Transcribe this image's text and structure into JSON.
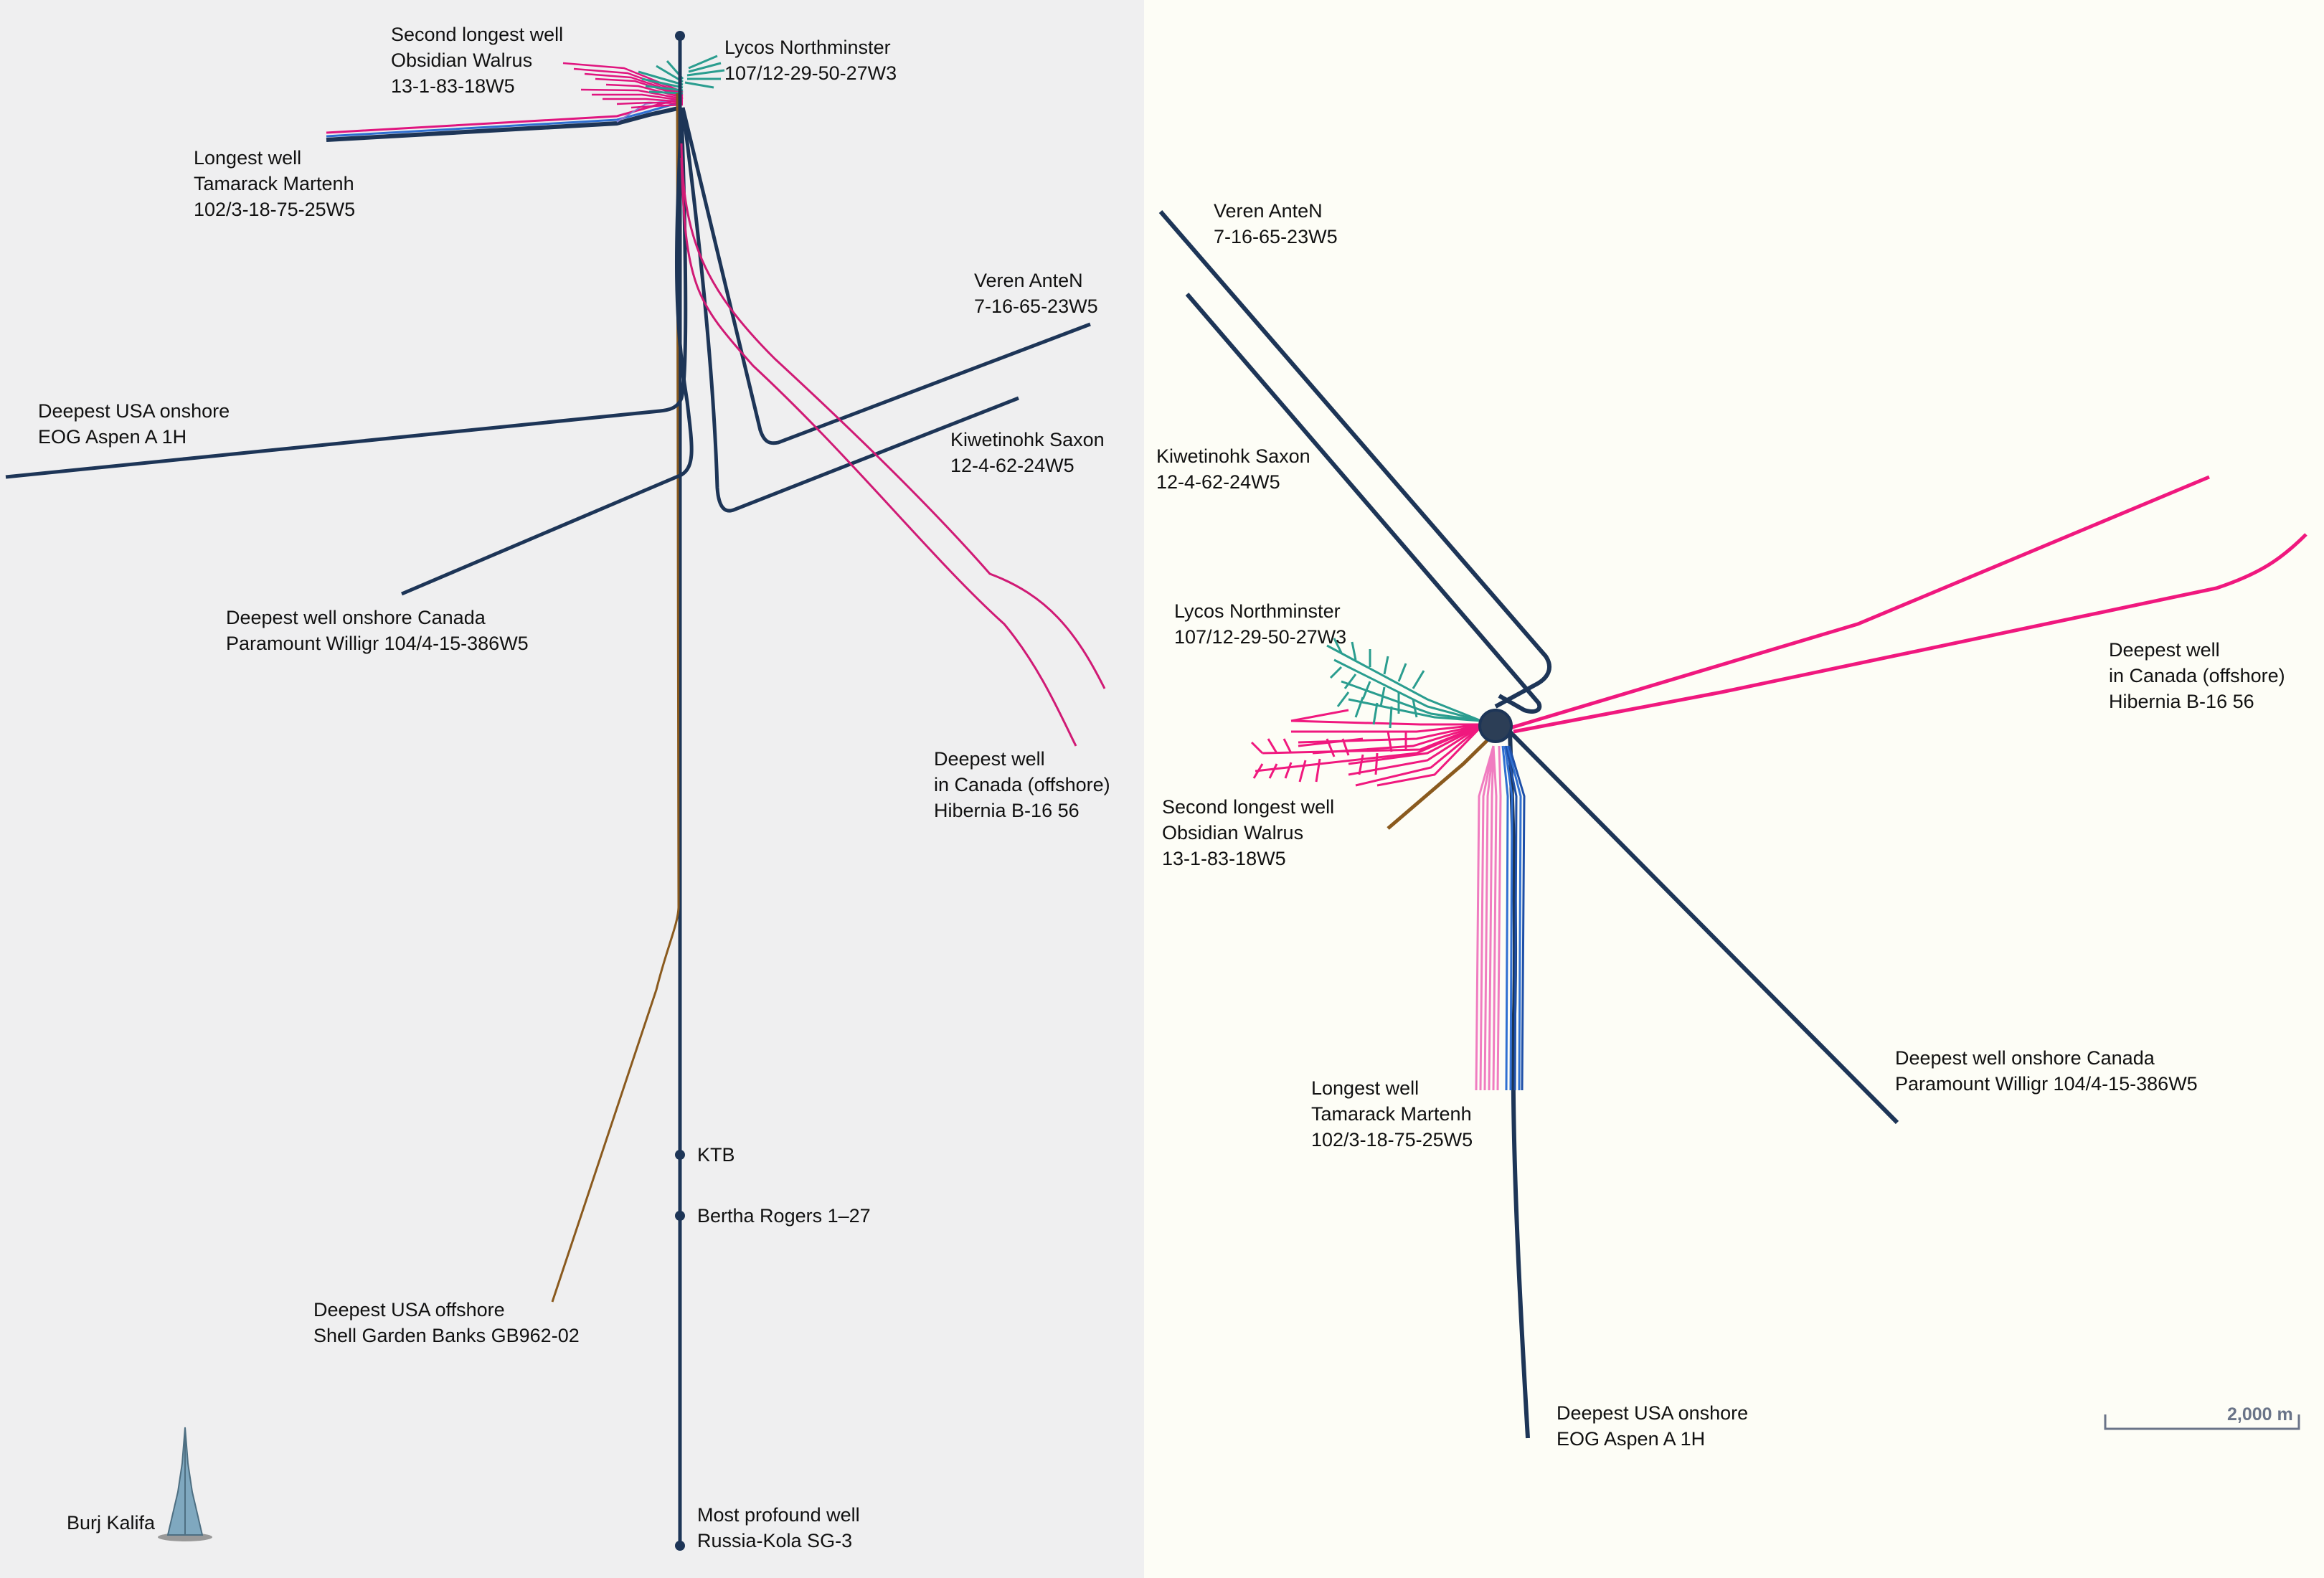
{
  "left_panel": {
    "labels": {
      "obsidian": [
        "Second longest well",
        "Obsidian Walrus",
        "13-1-83-18W5"
      ],
      "lycos": [
        "Lycos Northminster",
        "107/12-29-50-27W3"
      ],
      "tamarack": [
        "Longest well",
        "Tamarack Martenh",
        "102/3-18-75-25W5"
      ],
      "veren": [
        "Veren AnteN",
        "7-16-65-23W5"
      ],
      "eog": [
        "Deepest USA onshore",
        "EOG Aspen A 1H"
      ],
      "kiwetinohk": [
        "Kiwetinohk Saxon",
        "12-4-62-24W5"
      ],
      "paramount": [
        "Deepest well onshore Canada",
        "Paramount Willigr 104/4-15-386W5"
      ],
      "hibernia": [
        "Deepest well",
        "in Canada (offshore)",
        "Hibernia B-16 56"
      ],
      "ktb": [
        "KTB"
      ],
      "bertha": [
        "Bertha Rogers 1–27"
      ],
      "shell": [
        "Deepest USA offshore",
        "Shell Garden Banks GB962-02"
      ],
      "burj": [
        "Burj Kalifa"
      ],
      "kola": [
        "Most profound well",
        "Russia-Kola SG-3"
      ]
    }
  },
  "right_panel": {
    "labels": {
      "veren": [
        "Veren AnteN",
        "7-16-65-23W5"
      ],
      "kiwetinohk": [
        "Kiwetinohk Saxon",
        "12-4-62-24W5"
      ],
      "lycos": [
        "Lycos Northminster",
        "107/12-29-50-27W3"
      ],
      "hibernia": [
        "Deepest well",
        "in Canada (offshore)",
        "Hibernia B-16 56"
      ],
      "obsidian": [
        "Second longest well",
        "Obsidian Walrus",
        "13-1-83-18W5"
      ],
      "tamarack": [
        "Longest well",
        "Tamarack Martenh",
        "102/3-18-75-25W5"
      ],
      "paramount": [
        "Deepest well onshore Canada",
        "Paramount Willigr 104/4-15-386W5"
      ],
      "eog": [
        "Deepest USA onshore",
        "EOG Aspen A 1H"
      ]
    },
    "scale_bar": "2,000 m"
  },
  "colors": {
    "navy": "#1d3557",
    "magenta": "#e0157f",
    "pink": "#f07cc0",
    "teal": "#2a9d8f",
    "brown": "#8a5a1e",
    "blue": "#2f6fd1",
    "left_bg": "#efeff0",
    "right_bg": "#fdfdf6"
  }
}
